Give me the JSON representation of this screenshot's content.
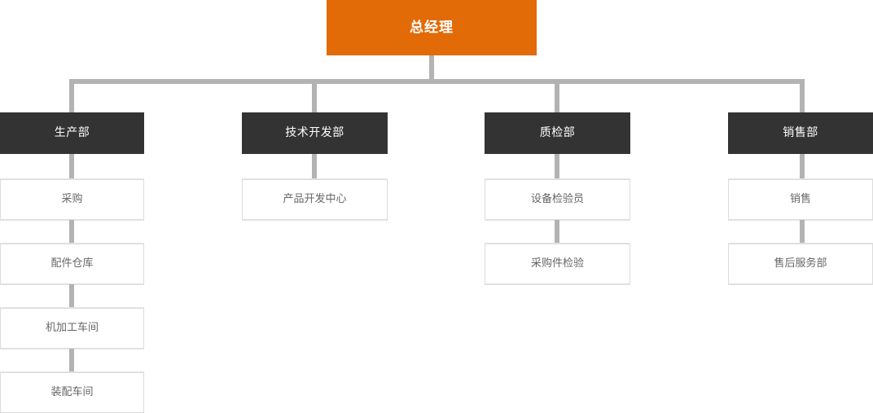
{
  "chart_title": "总经理",
  "colors": {
    "root_background": "#e26a07",
    "root_text": "#ffffff",
    "department_background": "#333333",
    "department_text": "#ffffff",
    "sub_background": "#ffffff",
    "sub_text": "#666666",
    "sub_border": "#dcdcdc",
    "connector": "#b3b3b3",
    "page_background": "#ffffff"
  },
  "root": {
    "label": "总经理"
  },
  "departments": [
    {
      "label": "生产部",
      "children": [
        {
          "label": "采购"
        },
        {
          "label": "配件仓库"
        },
        {
          "label": "机加工车间"
        },
        {
          "label": "装配车间"
        }
      ]
    },
    {
      "label": "技术开发部",
      "children": [
        {
          "label": "产品开发中心"
        }
      ]
    },
    {
      "label": "质检部",
      "children": [
        {
          "label": "设备检验员"
        },
        {
          "label": "采购件检验"
        }
      ]
    },
    {
      "label": "销售部",
      "children": [
        {
          "label": "销售"
        },
        {
          "label": "售后服务部"
        }
      ]
    }
  ]
}
